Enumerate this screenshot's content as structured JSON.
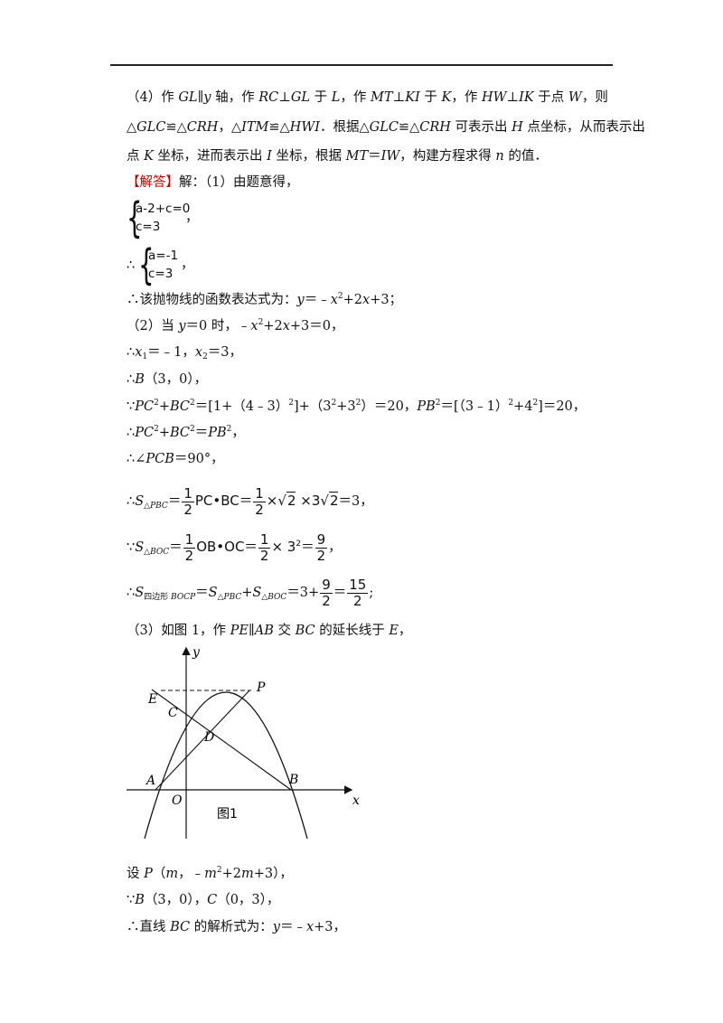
{
  "step4": {
    "label": "（4）作",
    "line1": "（4）作 GL∥y 轴，作 RC⊥GL 于 L，作 MT⊥KI 于 K，作 HW⊥IK 于点 W，则",
    "line2": "△GLC≌△CRH，△ITM≌△HWI．根据△GLC≌△CRH 可表示出 H 点坐标，从而表示出",
    "line3": "点 K 坐标，进而表示出 I 坐标，根据 MT＝IW，构建方程求得 n 的值．"
  },
  "answer": {
    "tag": "【解答】",
    "text": "解：（1）由题意得，"
  },
  "system1": {
    "eq1": "a-2+c=0",
    "eq2": "c=3",
    "tail": "，"
  },
  "system2": {
    "prefix": "∴",
    "eq1": "a=-1",
    "eq2": "c=3",
    "tail": "，"
  },
  "lines": {
    "parabola": "∴该抛物线的函数表达式为：y＝﹣x²+2x+3；",
    "p2_intro": "（2）当 y＝0 时，﹣x²+2x+3＝0，",
    "roots": "∴x₁＝﹣1，x₂＝3，",
    "pointB": "∴B（3，0），",
    "dist": "∵PC²+BC²＝[1+（4﹣3）²]+（3²+3²）＝20，PB²＝[（3﹣1）²+4²]＝20，",
    "pyth": "∴PC²+BC²＝PB²，",
    "angle": "∴∠PCB＝90°，",
    "area1": "∴S△PBC＝1/2PC•BC＝1/2×√2×3√2＝3，",
    "area2": "∵S△BOC＝1/2OB•OC＝1/2×3²＝9/2，",
    "area3": "∴S四边形BOCP＝S△PBC+S△BOC＝3+9/2＝15/2；",
    "p3_intro": "（3）如图 1，作 PE∥AB 交 BC 的延长线于 E，",
    "setP": "设 P（m，﹣m²+2m+3），",
    "BC_points": "∵B（3，0），C（0，3），",
    "BC_line": "∴直线 BC 的解析式为：y＝﹣x+3，"
  },
  "figure": {
    "caption": "图1",
    "labels": {
      "y": "y",
      "x": "x",
      "E": "E",
      "P": "P",
      "C": "C",
      "D": "D",
      "A": "A",
      "B": "B",
      "O": "O"
    }
  }
}
